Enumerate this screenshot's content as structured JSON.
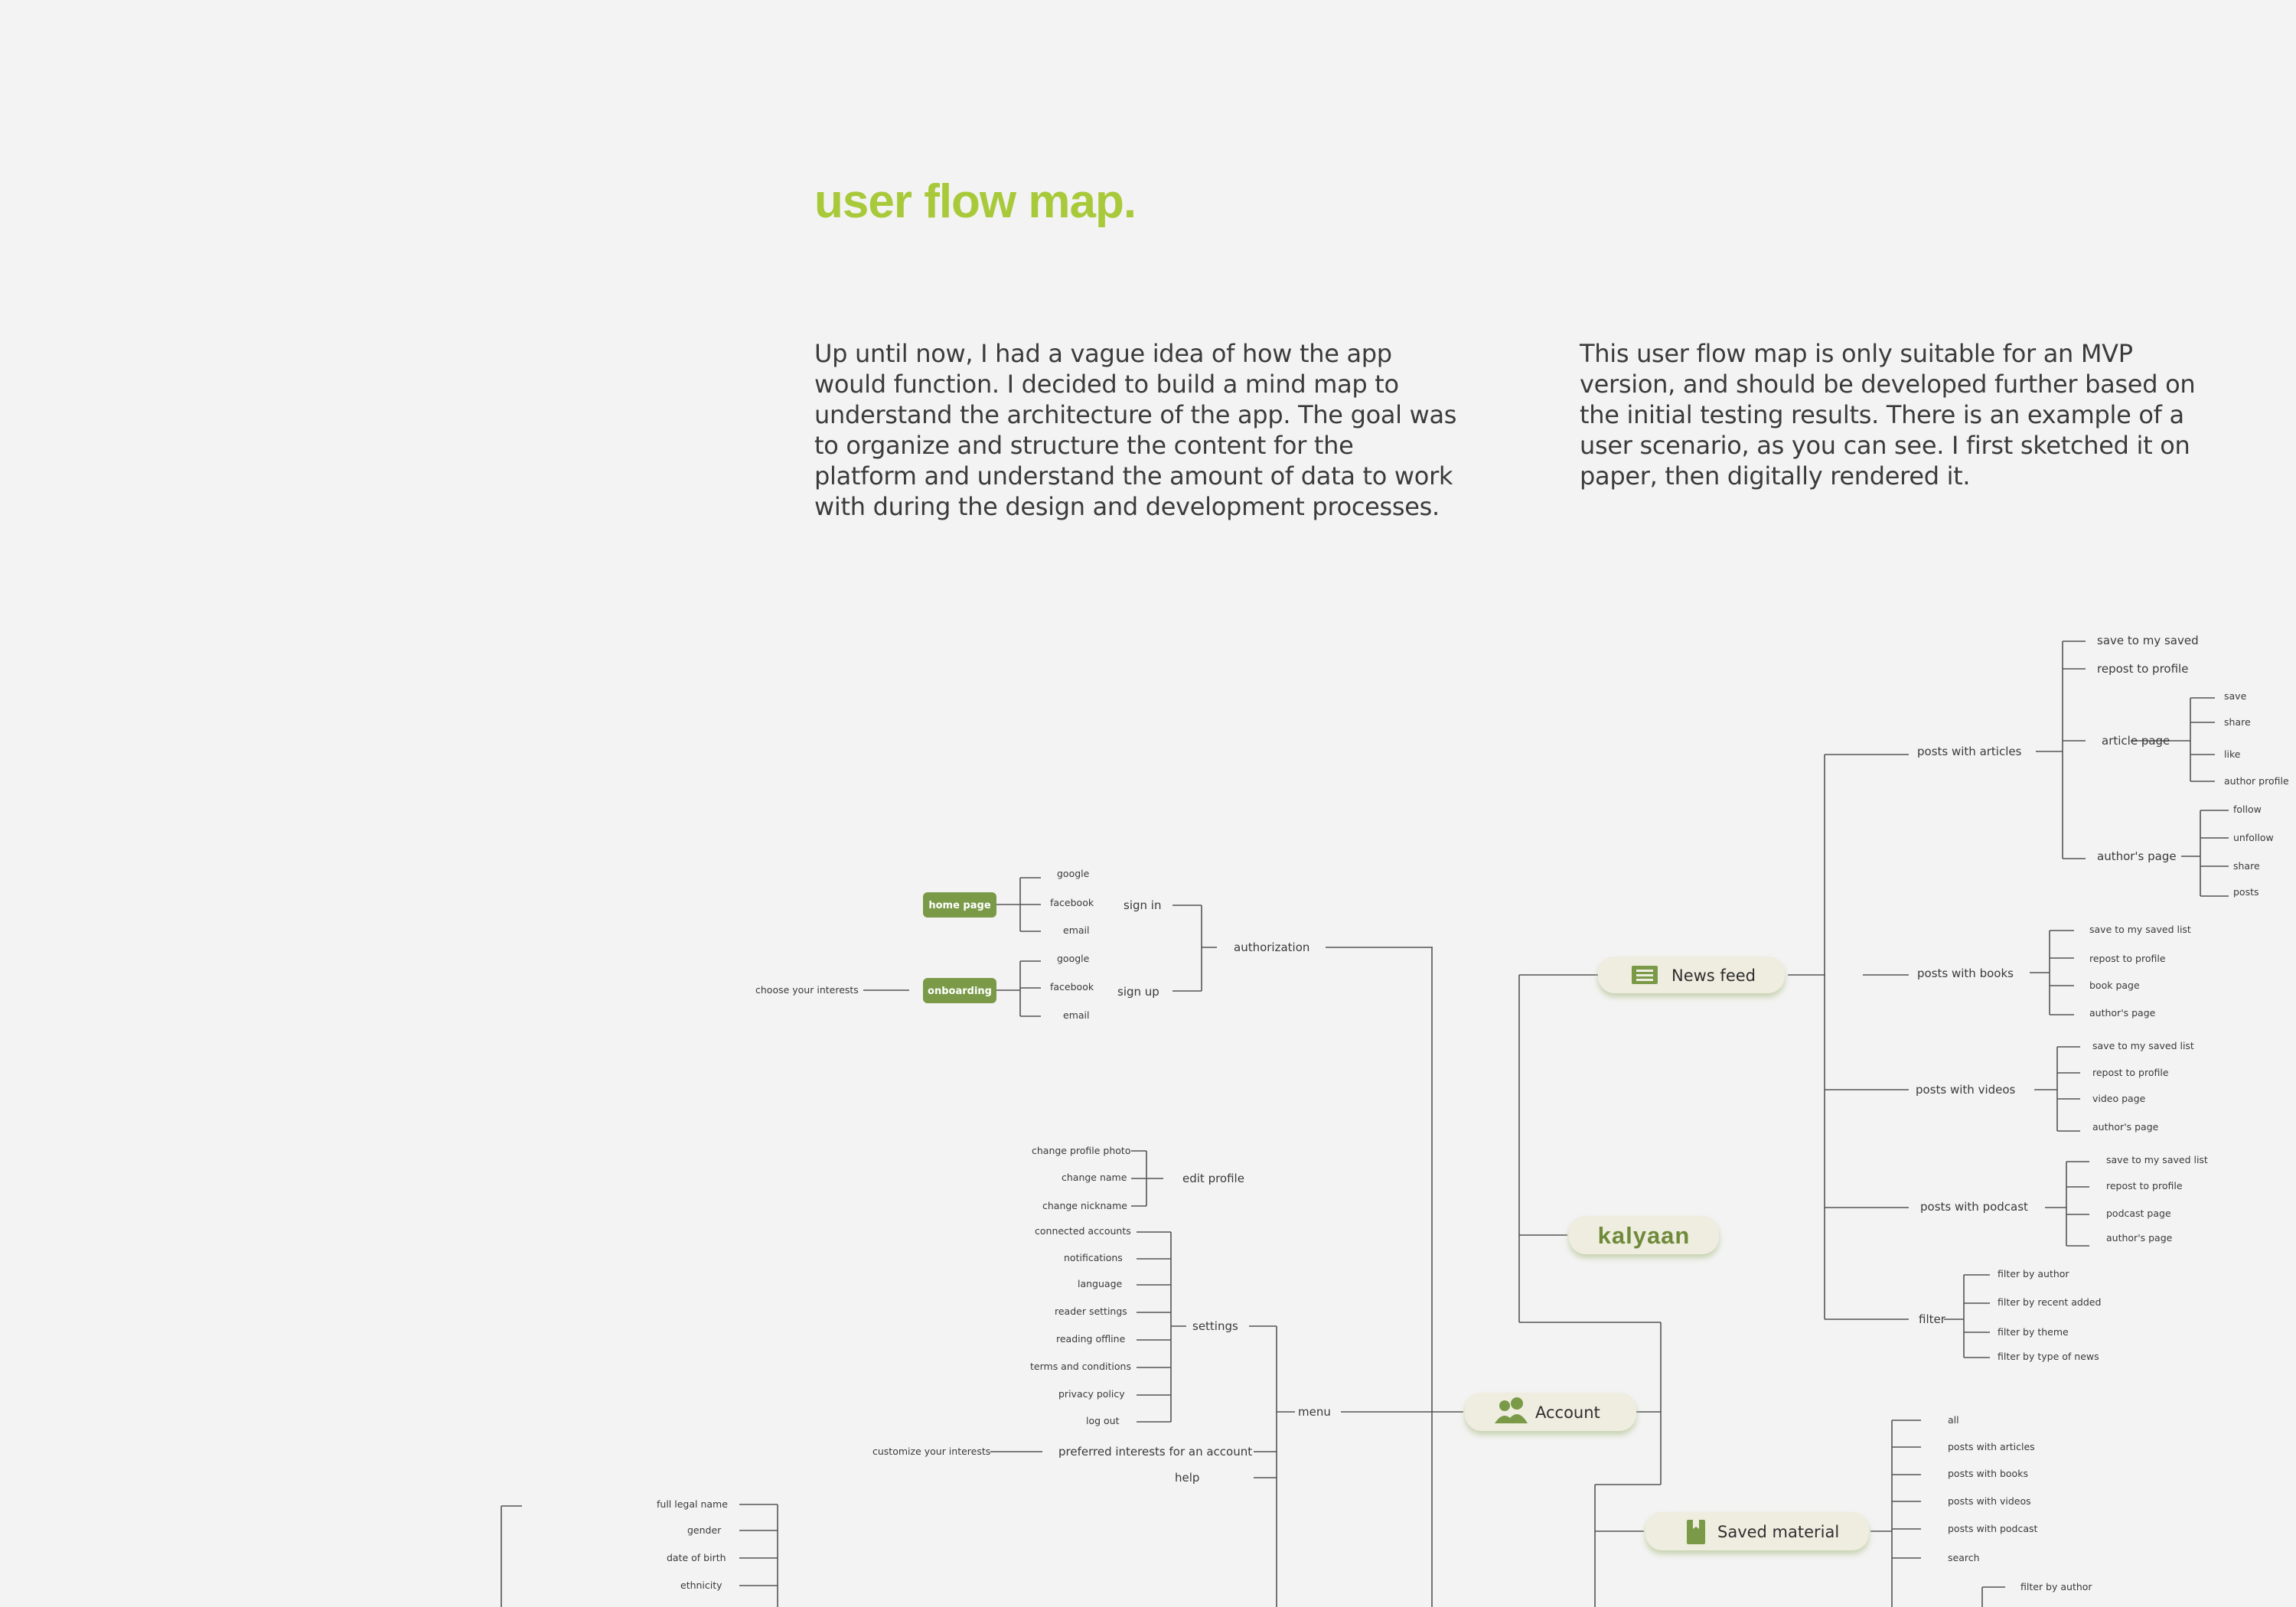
{
  "header": {
    "title": "user flow map.",
    "intro_left": "Up until now, I had a vague idea of how the app would function. I decided to build a mind map to understand the architecture of the app. The goal was to organize and structure the content for the platform and understand the amount of data to work with during the design and development processes.",
    "intro_right": "This user flow map is only suitable for an MVP version, and should be developed further based on the initial testing results. There is an example of a user scenario, as you can see. I first sketched it on paper, then digitally rendered it."
  },
  "colors": {
    "accent": "#a8c93a",
    "node_green": "#7a9a48",
    "hub_fill": "#efede0",
    "brand": "#6f8b3a",
    "line": "#555555",
    "background": "#f3f3f3"
  },
  "map": {
    "brand": "kalyaan",
    "hubs": {
      "news_feed": {
        "label": "News feed",
        "icon": "newspaper-icon"
      },
      "account": {
        "label": "Account",
        "icon": "users-icon"
      },
      "saved_material": {
        "label": "Saved material",
        "icon": "bookmark-icon"
      }
    },
    "authorization": {
      "label": "authorization",
      "home_page": "home page",
      "onboarding": "onboarding",
      "choose_interests": "choose your interests",
      "sign_in": {
        "label": "sign in",
        "items": [
          "google",
          "facebook",
          "email"
        ]
      },
      "sign_up": {
        "label": "sign up",
        "items": [
          "google",
          "facebook",
          "email"
        ]
      }
    },
    "account": {
      "menu": "menu",
      "edit_profile": {
        "label": "edit profile",
        "items": [
          "change profile photo",
          "change name",
          "change nickname"
        ]
      },
      "settings": {
        "label": "settings",
        "items": [
          "connected accounts",
          "notifications",
          "language",
          "reader settings",
          "reading offline",
          "terms and conditions",
          "privacy policy",
          "log out"
        ]
      },
      "preferred_interests": {
        "label": "preferred interests for an account",
        "item": "customize your interests"
      },
      "help": "help",
      "profile_fields": [
        "full legal name",
        "gender",
        "date of birth",
        "ethnicity"
      ]
    },
    "news_feed": {
      "articles": {
        "label": "posts with articles",
        "save": "save to my saved",
        "repost": "repost to profile",
        "article_page": {
          "label": "article page",
          "items": [
            "save",
            "share",
            "like",
            "author profile"
          ]
        },
        "authors_page": {
          "label": "author's page",
          "items": [
            "follow",
            "unfollow",
            "share",
            "posts"
          ]
        }
      },
      "books": {
        "label": "posts with books",
        "items": [
          "save to my saved list",
          "repost to profile",
          "book page",
          "author's page"
        ]
      },
      "videos": {
        "label": "posts with videos",
        "items": [
          "save to my saved list",
          "repost to profile",
          "video page",
          "author's page"
        ]
      },
      "podcast": {
        "label": "posts with podcast",
        "items": [
          "save to my saved list",
          "repost to profile",
          "podcast page",
          "author's page"
        ]
      },
      "filter": {
        "label": "filter",
        "items": [
          "filter by author",
          "filter by recent added",
          "filter by theme",
          "filter by type of news"
        ]
      }
    },
    "saved": {
      "items": [
        "all",
        "posts with articles",
        "posts with books",
        "posts with videos",
        "posts with podcast",
        "search"
      ],
      "sub": "filter by author"
    }
  }
}
